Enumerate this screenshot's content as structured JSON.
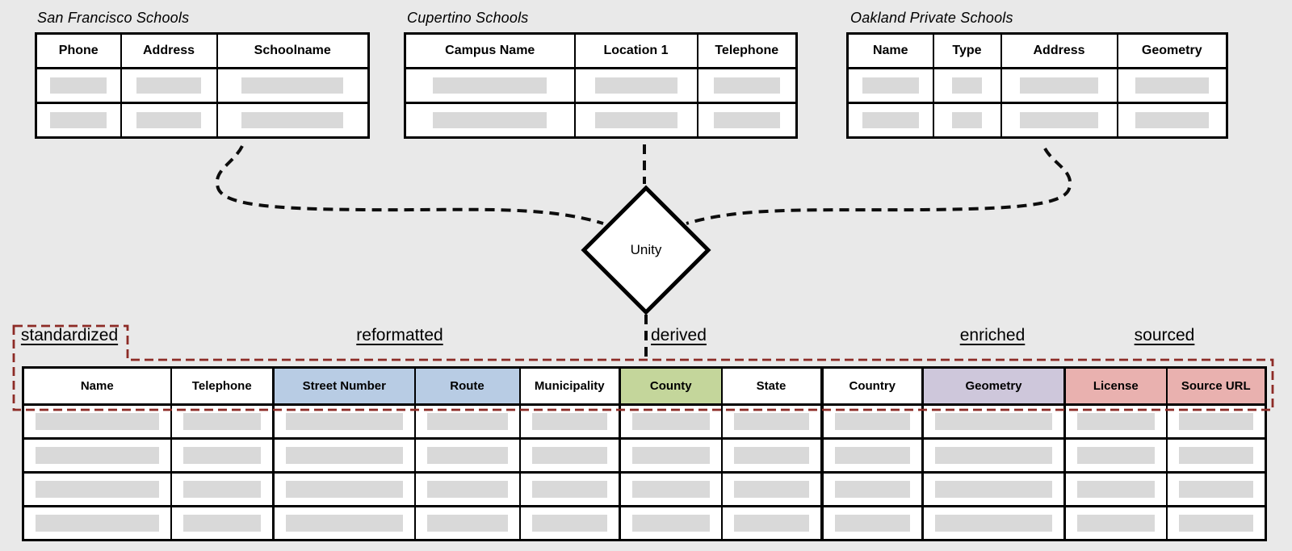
{
  "sources": [
    {
      "title": "San Francisco Schools",
      "columns": [
        "Phone",
        "Address",
        "Schoolname"
      ],
      "placeholder_rows": 2
    },
    {
      "title": "Cupertino Schools",
      "columns": [
        "Campus Name",
        "Location 1",
        "Telephone"
      ],
      "placeholder_rows": 2
    },
    {
      "title": "Oakland Private Schools",
      "columns": [
        "Name",
        "Type",
        "Address",
        "Geometry"
      ],
      "placeholder_rows": 2
    }
  ],
  "integrator": {
    "label": "Unity"
  },
  "stages": [
    "standardized",
    "reformatted",
    "derived",
    "enriched",
    "sourced"
  ],
  "output_table": {
    "placeholder_rows": 4,
    "columns": [
      {
        "label": "Name",
        "fill": "#ffffff"
      },
      {
        "label": "Telephone",
        "fill": "#ffffff"
      },
      {
        "label": "Street Number",
        "fill": "#b8cce4"
      },
      {
        "label": "Route",
        "fill": "#b8cce4"
      },
      {
        "label": "Municipality",
        "fill": "#ffffff"
      },
      {
        "label": "County",
        "fill": "#c4d69b"
      },
      {
        "label": "State",
        "fill": "#ffffff"
      },
      {
        "label": "Country",
        "fill": "#ffffff"
      },
      {
        "label": "Geometry",
        "fill": "#cec7db"
      },
      {
        "label": "License",
        "fill": "#e9b1af"
      },
      {
        "label": "Source URL",
        "fill": "#e9b1af"
      }
    ]
  },
  "colors": {
    "background": "#e9e9e9",
    "table_fill": "#ffffff",
    "border": "#000000",
    "placeholder_bar": "#d9d9d9",
    "connector": "#0d0d0d",
    "highlight_outline": "#8d2b26",
    "reformatted_fill": "#b8cce4",
    "derived_fill": "#c4d69b",
    "enriched_fill": "#cec7db",
    "sourced_fill": "#e9b1af"
  }
}
